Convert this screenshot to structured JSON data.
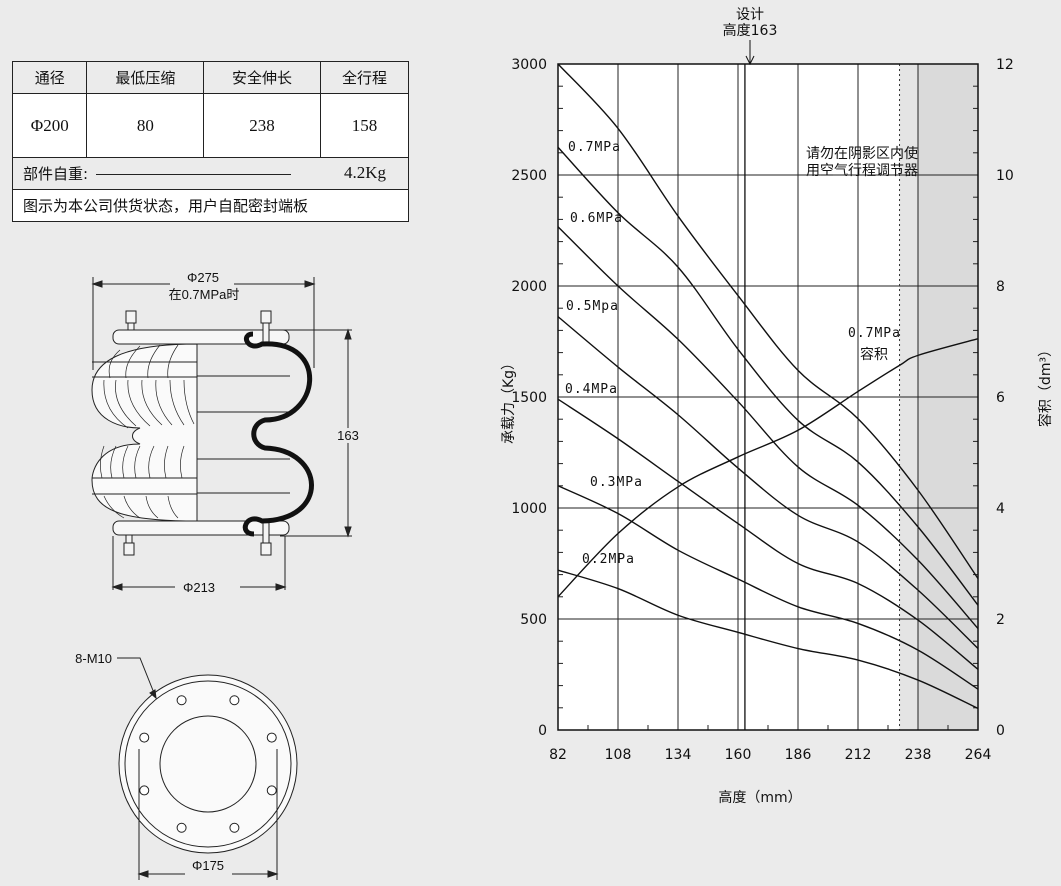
{
  "spec_table": {
    "headers": [
      "通径",
      "最低压缩",
      "安全伸长",
      "全行程"
    ],
    "values": [
      "Φ200",
      "80",
      "238",
      "158"
    ],
    "weight_label": "部件自重:",
    "weight_value": "4.2Kg",
    "note": "图示为本公司供货状态，用户自配密封端板"
  },
  "drawing": {
    "outer_diameter": "Φ275",
    "outer_diameter_note": "在0.7MPa时",
    "height": "163",
    "plate_diameter": "Φ213",
    "bolts": "8-M10",
    "bolt_circle": "Φ175"
  },
  "chart_data": {
    "type": "line",
    "xlabel": "高度（mm）",
    "ylabel": "承载力（Kg）",
    "y2label": "容积（dm³）",
    "xlim": [
      82,
      264
    ],
    "ylim": [
      0,
      3000
    ],
    "y2lim": [
      0,
      12
    ],
    "xticks": [
      82,
      108,
      134,
      160,
      186,
      212,
      238,
      264
    ],
    "yticks": [
      0,
      500,
      1000,
      1500,
      2000,
      2500,
      3000
    ],
    "y2ticks": [
      0,
      2,
      4,
      6,
      8,
      10,
      12
    ],
    "grid": true,
    "design_height": {
      "value": 163,
      "label_line1": "设计",
      "label_line2": "高度163"
    },
    "shaded_region": {
      "from": 230,
      "to": 264,
      "dark_from": 238
    },
    "shaded_note": [
      "请勿在阴影区内使",
      "用空气行程调节器"
    ],
    "x": [
      82,
      108,
      134,
      160,
      186,
      212,
      238,
      264
    ],
    "series": [
      {
        "name": "",
        "values": [
          3000,
          2710,
          2315,
          1957,
          1620,
          1402,
          1080,
          682
        ]
      },
      {
        "name": "0.7MPa",
        "values": [
          2625,
          2330,
          2085,
          1715,
          1395,
          1207,
          915,
          562
        ]
      },
      {
        "name": "0.6MPa",
        "values": [
          2267,
          2000,
          1760,
          1480,
          1185,
          1012,
          765,
          457
        ]
      },
      {
        "name": "0.5Mpa",
        "values": [
          1862,
          1635,
          1420,
          1180,
          967,
          847,
          630,
          367
        ]
      },
      {
        "name": "0.4MPa",
        "values": [
          1490,
          1312,
          1120,
          930,
          750,
          660,
          495,
          273
        ]
      },
      {
        "name": "0.3MPa",
        "values": [
          1100,
          975,
          810,
          680,
          555,
          480,
          360,
          184
        ]
      },
      {
        "name": "0.2MPa",
        "values": [
          720,
          637,
          517,
          440,
          367,
          315,
          225,
          97
        ]
      }
    ],
    "volume_series": {
      "name_line1": "0.7MPa",
      "name_line2": "容积",
      "axis": "right",
      "x": [
        82,
        108,
        134,
        160,
        186,
        212,
        230,
        238,
        264
      ],
      "values": [
        2.4,
        3.54,
        4.38,
        4.92,
        5.4,
        6.1,
        6.57,
        6.75,
        7.05
      ]
    }
  }
}
